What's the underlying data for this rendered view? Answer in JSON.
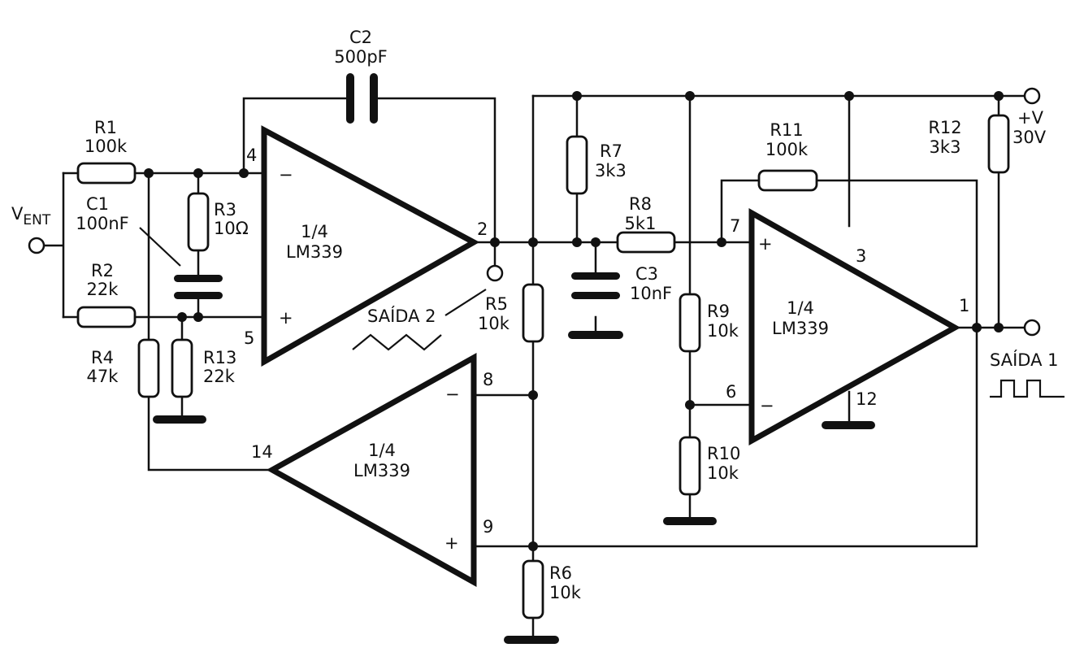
{
  "components": {
    "R1": {
      "name": "R1",
      "value": "100k"
    },
    "R2": {
      "name": "R2",
      "value": "22k"
    },
    "R3": {
      "name": "R3",
      "value": "10Ω"
    },
    "R4": {
      "name": "R4",
      "value": "47k"
    },
    "R5": {
      "name": "R5",
      "value": "10k"
    },
    "R6": {
      "name": "R6",
      "value": "10k"
    },
    "R7": {
      "name": "R7",
      "value": "3k3"
    },
    "R8": {
      "name": "R8",
      "value": "5k1"
    },
    "R9": {
      "name": "R9",
      "value": "10k"
    },
    "R10": {
      "name": "R10",
      "value": "10k"
    },
    "R11": {
      "name": "R11",
      "value": "100k"
    },
    "R12": {
      "name": "R12",
      "value": "3k3"
    },
    "R13": {
      "name": "R13",
      "value": "22k"
    },
    "C1": {
      "name": "C1",
      "value": "100nF"
    },
    "C2": {
      "name": "C2",
      "value": "500pF"
    },
    "C3": {
      "name": "C3",
      "value": "10nF"
    }
  },
  "opamps": {
    "u1": {
      "fraction": "1/4",
      "part": "LM339"
    },
    "u2": {
      "fraction": "1/4",
      "part": "LM339"
    },
    "u3": {
      "fraction": "1/4",
      "part": "LM339"
    }
  },
  "pins": {
    "p1": "1",
    "p2": "2",
    "p3": "3",
    "p4": "4",
    "p5": "5",
    "p6": "6",
    "p7": "7",
    "p8": "8",
    "p9": "9",
    "p12": "12",
    "p14": "14"
  },
  "signs": {
    "plus": "+",
    "minus": "−"
  },
  "terminals": {
    "input_main": "V",
    "input_sub": "ENT",
    "supply_line1": "+V",
    "supply_line2": "30V",
    "output1": "SAÍDA 1",
    "output2": "SAÍDA 2"
  }
}
